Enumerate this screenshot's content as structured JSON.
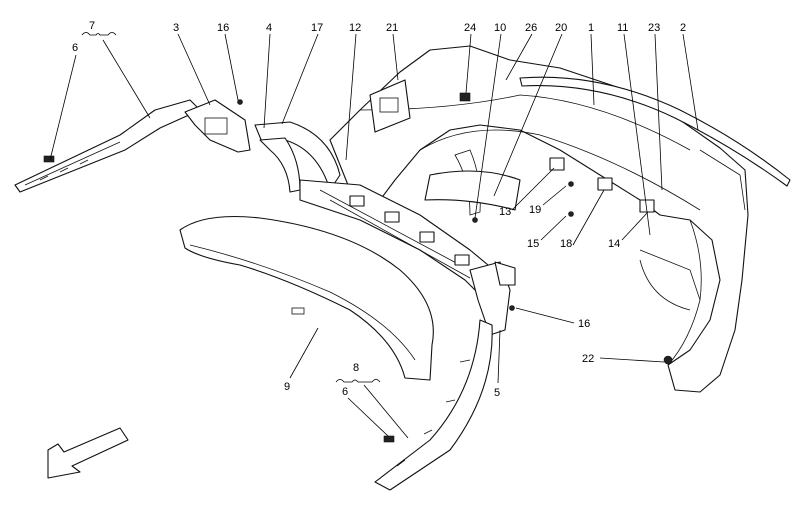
{
  "diagram": {
    "callouts": {
      "c7": "7",
      "c6a": "6",
      "c3": "3",
      "c16a": "16",
      "c4": "4",
      "c17": "17",
      "c12": "12",
      "c21": "21",
      "c24": "24",
      "c10": "10",
      "c26": "26",
      "c20": "20",
      "c1": "1",
      "c11": "11",
      "c23": "23",
      "c2": "2",
      "c13": "13",
      "c19": "19",
      "c15": "15",
      "c18": "18",
      "c14": "14",
      "c16b": "16",
      "c5": "5",
      "c22": "22",
      "c9": "9",
      "c8": "8",
      "c6b": "6"
    },
    "direction_arrow": "front-direction-arrow"
  }
}
